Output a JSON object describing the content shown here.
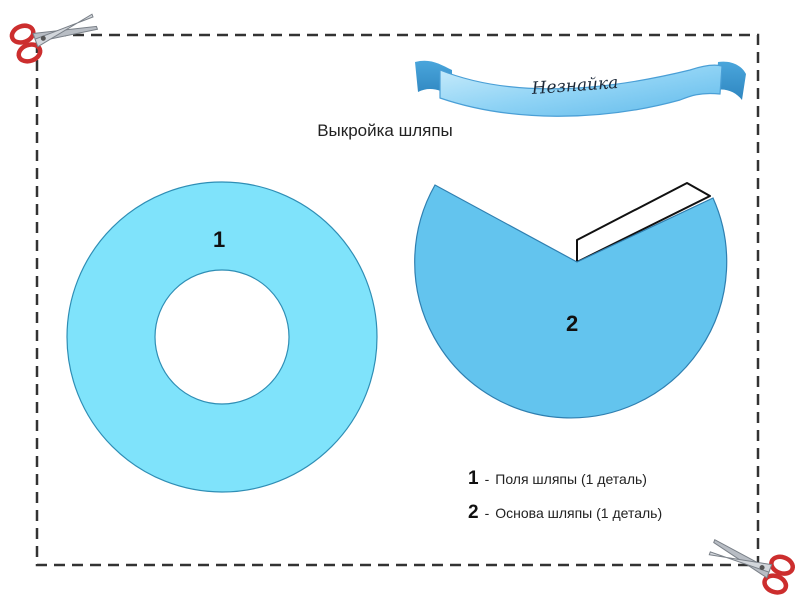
{
  "banner": {
    "text": "Незнайка"
  },
  "title": "Выкройка шляпы",
  "pieces": [
    {
      "number": "1",
      "color": "#7fe3fb"
    },
    {
      "number": "2",
      "color": "#63c4ee"
    }
  ],
  "legend": [
    {
      "number": "1",
      "separator": "-",
      "text": "Поля шляпы (1 деталь)"
    },
    {
      "number": "2",
      "separator": "-",
      "text": "Основа шляпы (1 деталь)"
    }
  ],
  "icons": {
    "corner_top_left": "scissors-icon",
    "corner_bottom_right": "scissors-icon"
  }
}
